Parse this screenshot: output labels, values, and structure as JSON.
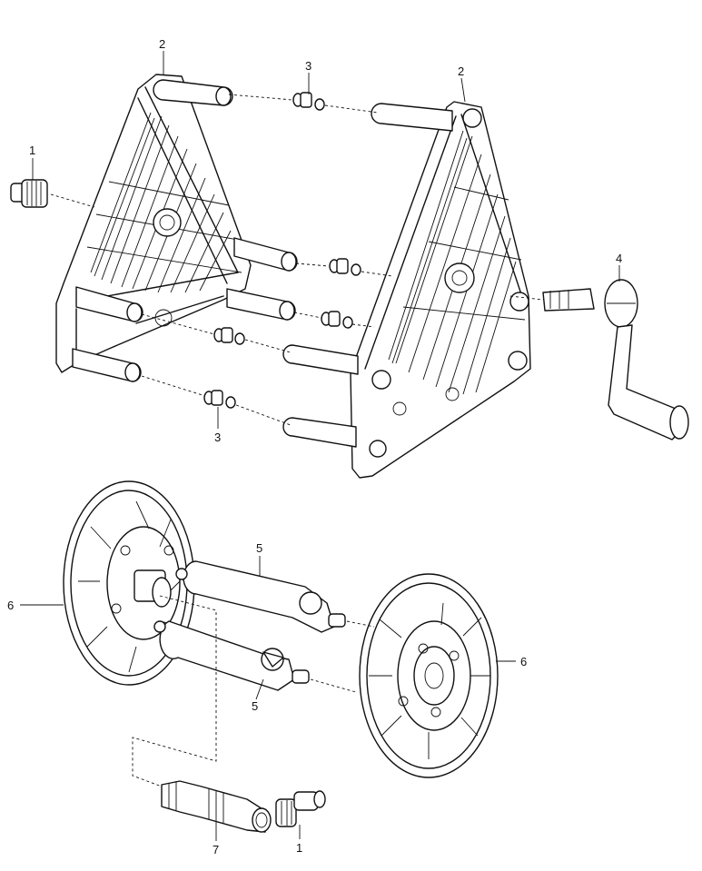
{
  "callouts": {
    "c1_top": "1",
    "c2_left": "2",
    "c2_right": "2",
    "c3_top": "3",
    "c3_bottom": "3",
    "c4": "4",
    "c5_top": "5",
    "c5_bottom": "5",
    "c6_left": "6",
    "c6_right": "6",
    "c7": "7",
    "c1_bottom": "1"
  }
}
